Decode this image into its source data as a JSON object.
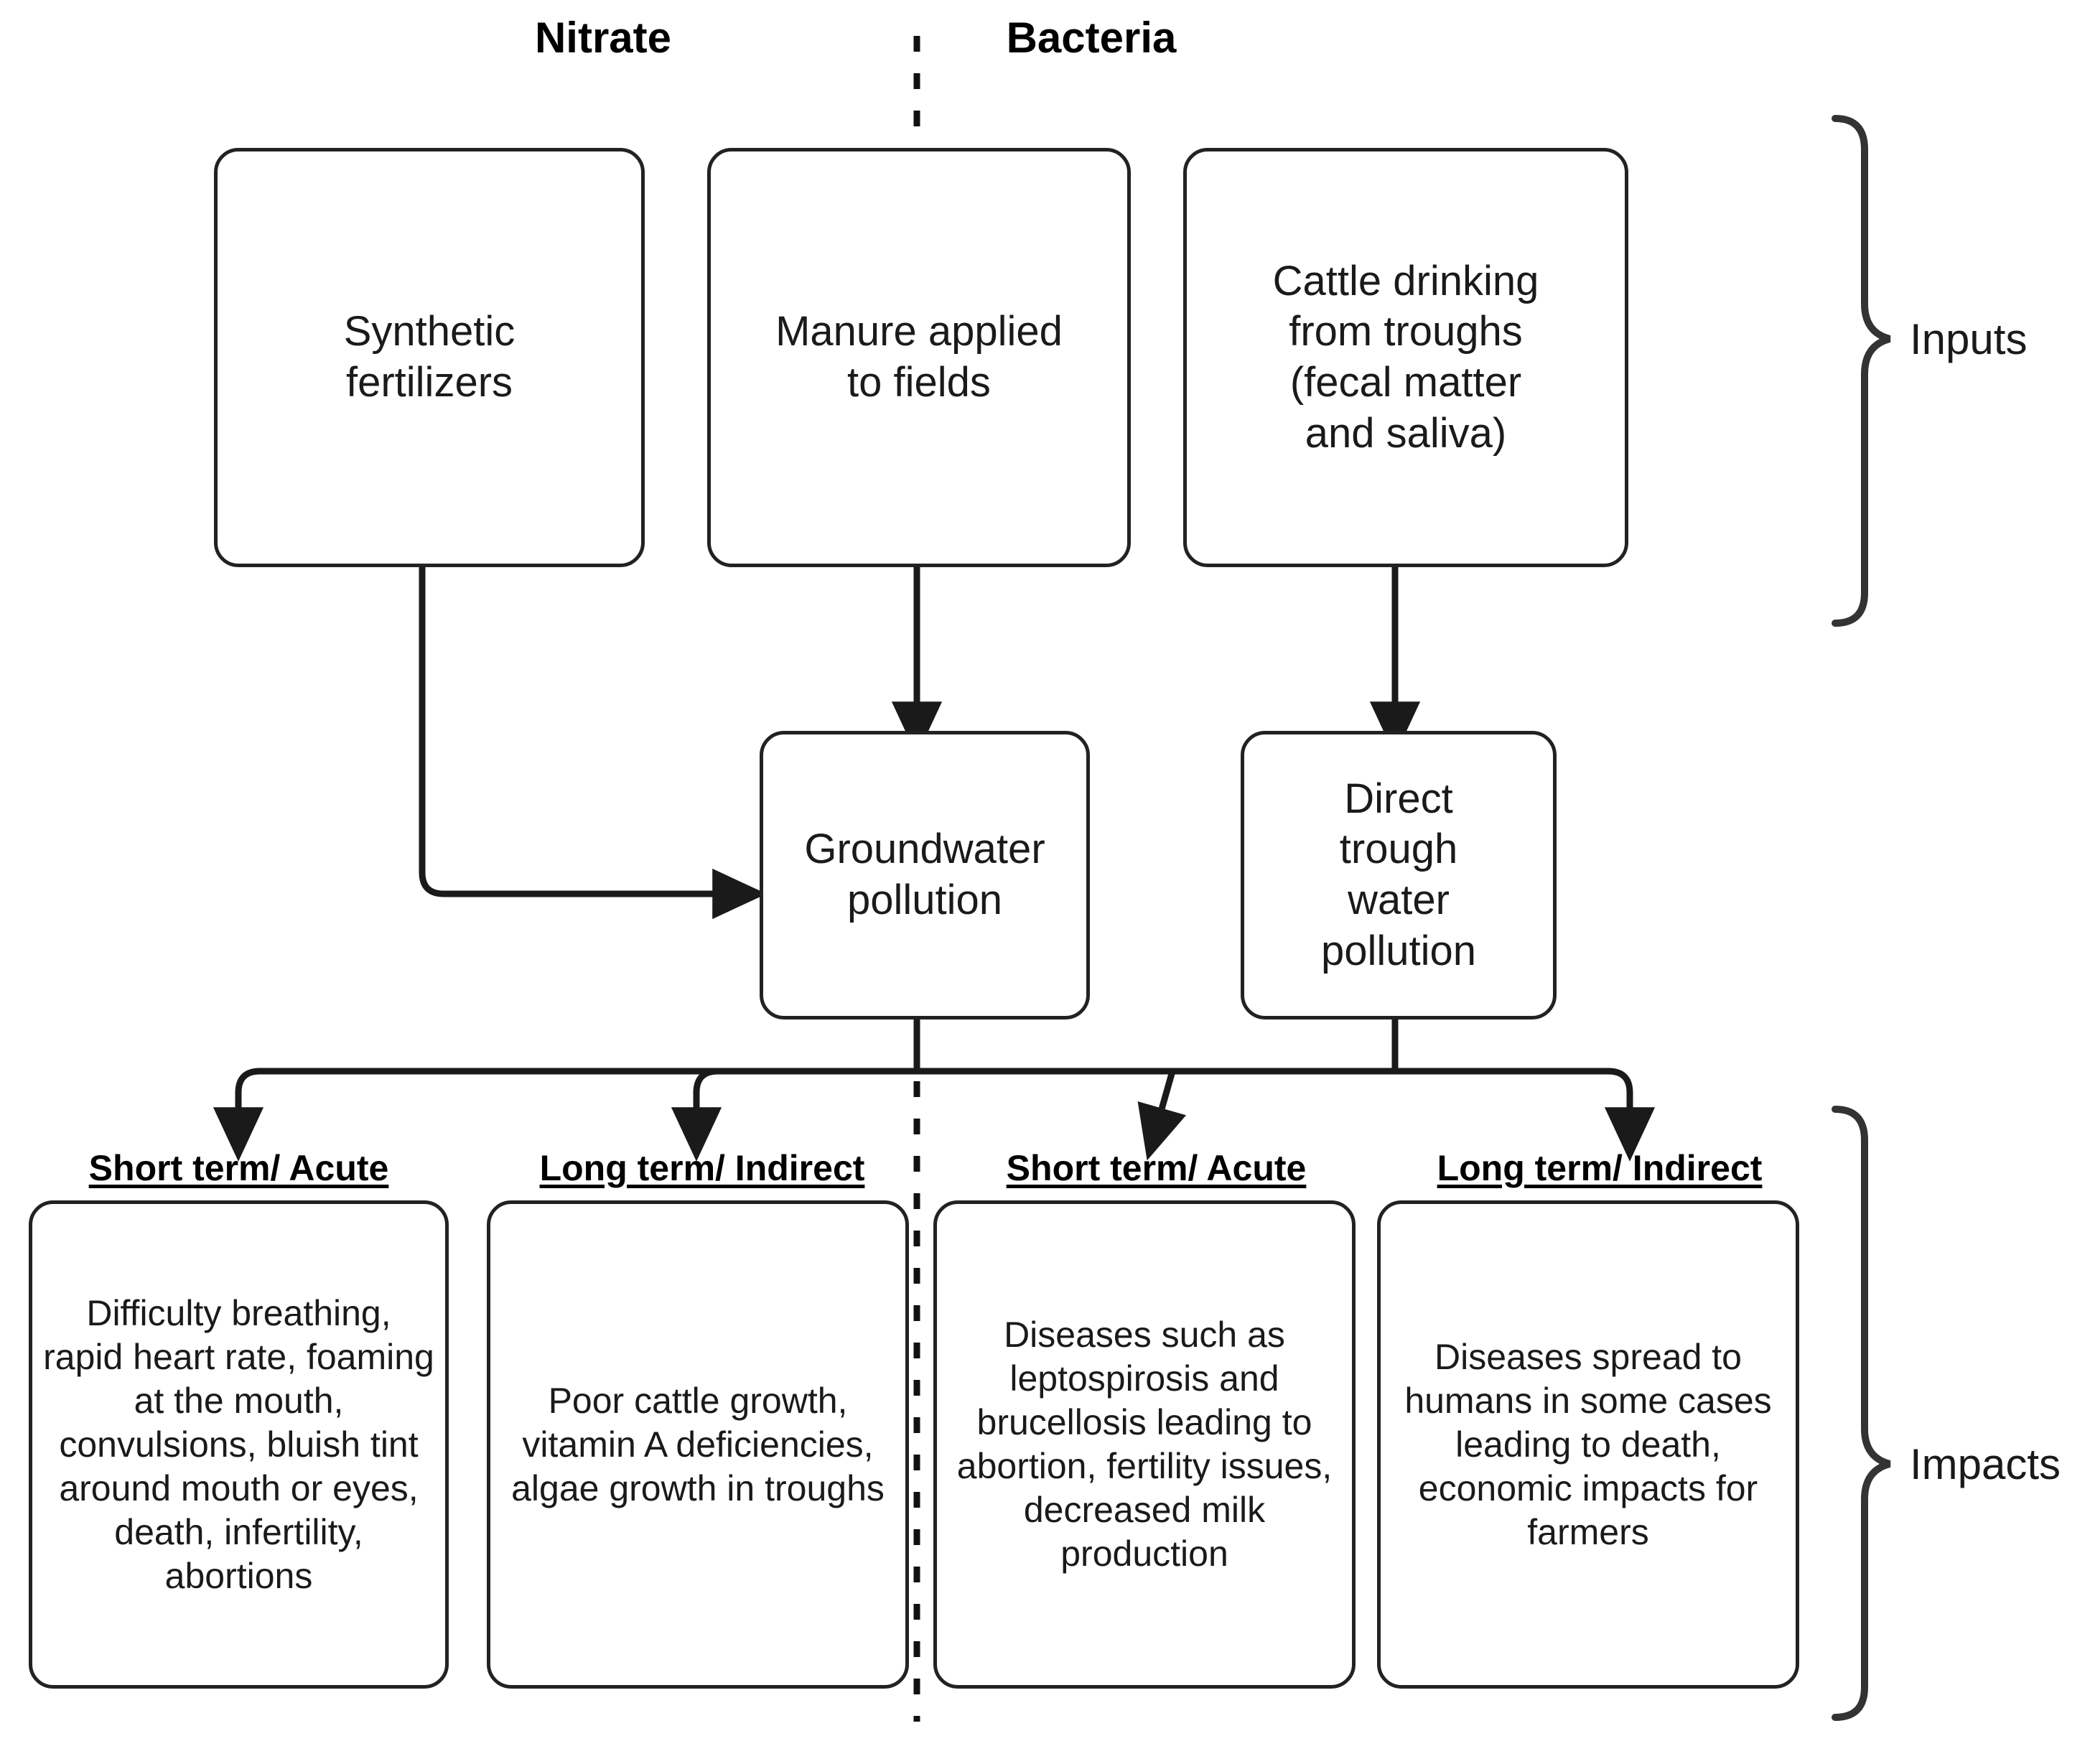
{
  "column_headers": [
    {
      "id": "nitrate",
      "label": "Nitrate"
    },
    {
      "id": "bacteria",
      "label": "Bacteria"
    }
  ],
  "tiers": [
    {
      "id": "inputs",
      "label": "Inputs"
    },
    {
      "id": "impacts",
      "label": "Impacts"
    }
  ],
  "inputs": [
    {
      "id": "synthetic-fertilizers",
      "label": "Synthetic\nfertilizers"
    },
    {
      "id": "manure-applied",
      "label": "Manure applied\nto fields"
    },
    {
      "id": "cattle-drinking",
      "label": "Cattle drinking\nfrom troughs\n(fecal matter\nand saliva)"
    }
  ],
  "intermediates": [
    {
      "id": "groundwater-pollution",
      "label": "Groundwater\npollution"
    },
    {
      "id": "direct-trough-water-pollution",
      "label": "Direct\ntrough\nwater\npollution"
    }
  ],
  "impacts": [
    {
      "id": "nitrate-short-term",
      "header": "Short term/ Acute",
      "body": "Difficulty breathing, rapid heart rate, foaming at the mouth, convulsions, bluish tint around mouth or eyes, death, infertility, abortions"
    },
    {
      "id": "nitrate-long-term",
      "header": "Long term/ Indirect",
      "body": "Poor cattle growth, vitamin A deficiencies, algae growth in troughs"
    },
    {
      "id": "bacteria-short-term",
      "header": "Short term/ Acute",
      "body": "Diseases such as leptospirosis and brucellosis leading to abortion, fertility issues, decreased milk production"
    },
    {
      "id": "bacteria-long-term",
      "header": "Long term/ Indirect",
      "body": "Diseases spread to humans in some cases leading to death, economic impacts for farmers"
    }
  ],
  "colors": {
    "stroke": "#222222",
    "text": "#1a1a1a",
    "background": "#ffffff"
  }
}
